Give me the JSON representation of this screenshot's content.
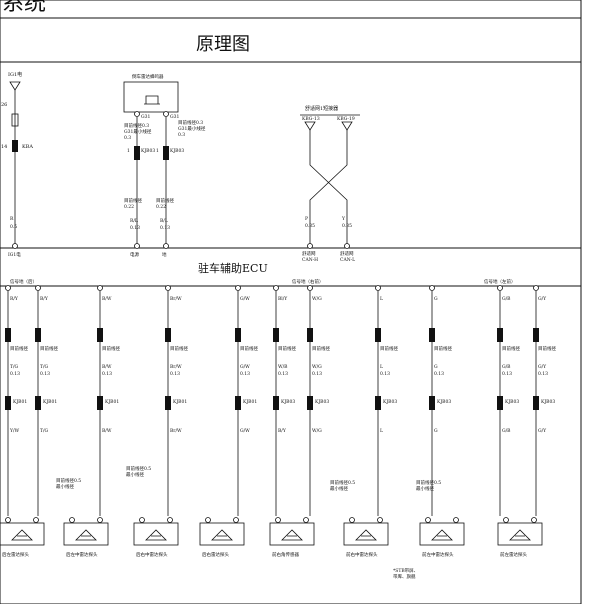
{
  "header": {
    "title": "系统",
    "heading": "原理图"
  },
  "ecu": {
    "label": "驻车辅助ECU"
  },
  "power": {
    "fuse_label": "IG1电",
    "fuse_num": "26",
    "fuse_rating": "14",
    "fuse_code": "KBA",
    "wire_color": "R",
    "wire_size": "0.5",
    "pin_label": "IG1电"
  },
  "buzzer": {
    "label": "倒车雷达蜂鸣器",
    "pin_left": "G31",
    "pin_right": "G31",
    "note_left": [
      "目前线径0.3",
      "G31最小线径",
      "0.3"
    ],
    "note_right": [
      "目前线径0.3",
      "G31最小线径",
      "0.3"
    ],
    "conn_left": [
      "1",
      "KJB03"
    ],
    "conn_right": [
      "1",
      "KJB03"
    ],
    "wire_left": [
      "目前线径",
      "0.22",
      "R/L",
      "0.13"
    ],
    "wire_right": [
      "目前线径",
      "0.22",
      "B/L",
      "0.13"
    ],
    "pin_left_label": "电源",
    "pin_right_label": "地"
  },
  "can_connector": {
    "label": "舒适网1短接器",
    "pin_left": "KBG-13",
    "pin_right": "KBG-19",
    "wire_left": [
      "P",
      "0.35"
    ],
    "wire_right": [
      "Y",
      "0.35"
    ],
    "bus_left": [
      "舒适网",
      "CAN-H"
    ],
    "bus_right": [
      "舒适网",
      "CAN-L"
    ]
  },
  "signal_labels": {
    "rear": "信号地（后）",
    "front_right": "信号地（右前）",
    "front_left": "信号地（左前）"
  },
  "sensor_columns": [
    {
      "top": "R/Y",
      "note": "目前线径",
      "color": "T/G",
      "size": "0.13",
      "conn": "KJB01",
      "bottom_color": "Y/W"
    },
    {
      "top": "B/Y",
      "note": "目前线径",
      "color": "T/G",
      "size": "0.13",
      "conn": "KJB01",
      "bottom_color": "T/G"
    },
    {
      "top": "B/W",
      "note": "目前线径",
      "color": "B/W",
      "size": "0.13",
      "conn": "KJB01",
      "bottom_color": "B/W"
    },
    {
      "top": "Br/W",
      "note": "目前线径",
      "color": "Br/W",
      "size": "0.13",
      "conn": "KJB01",
      "bottom_color": "Br/W"
    },
    {
      "top": "G/W",
      "note": "目前线径",
      "color": "G/W",
      "size": "0.13",
      "conn": "KJB01",
      "bottom_color": "G/W"
    },
    {
      "top": "Bl/Y",
      "note": "目前线径",
      "color": "W/B",
      "size": "0.13",
      "conn": "KJB03",
      "bottom_color": "B/Y"
    },
    {
      "top": "W/G",
      "note": "目前线径",
      "color": "W/G",
      "size": "0.13",
      "conn": "KJB03",
      "bottom_color": "W/G"
    },
    {
      "top": "L",
      "note": "目前线径",
      "color": "L",
      "size": "0.13",
      "conn": "KJB03",
      "bottom_color": "L"
    },
    {
      "top": "G",
      "note": "目前线径",
      "color": "G",
      "size": "0.13",
      "conn": "KJB03",
      "bottom_color": "G"
    },
    {
      "top": "G/B",
      "note": "目前线径",
      "color": "G/B",
      "size": "0.13",
      "conn": "KJB03",
      "bottom_color": "G/B"
    },
    {
      "top": "G/Y",
      "note": "目前线径",
      "color": "G/Y",
      "size": "0.13",
      "conn": "KJB03",
      "bottom_color": "G/Y"
    }
  ],
  "sensors": [
    {
      "label": "后左雷达探头"
    },
    {
      "label": "后左中雷达探头"
    },
    {
      "label": "后右中雷达探头"
    },
    {
      "label": "后右雷达探头"
    },
    {
      "label": "前右角传感器"
    },
    {
      "label": "前右中雷达探头"
    },
    {
      "label": "前左中雷达探头"
    },
    {
      "label": "前左雷达探头"
    }
  ],
  "notes": {
    "min_size": "目前线径0.5",
    "min_label": "最小线径",
    "footnote": [
      "*STB带屏、",
      "带库、旗舰"
    ]
  }
}
